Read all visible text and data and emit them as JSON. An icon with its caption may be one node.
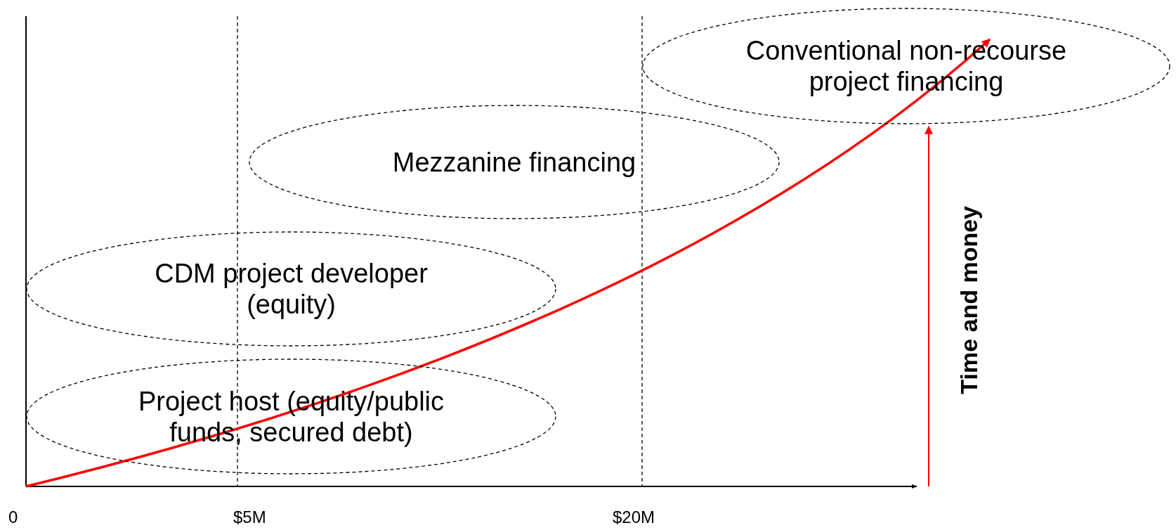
{
  "diagram": {
    "nodes": [
      {
        "text": [
          "Conventional non-recourse project financing"
        ]
      },
      {
        "text": [
          "Mezzanine financing"
        ]
      },
      {
        "text": [
          "CDM project developer (equity)"
        ]
      },
      {
        "text": [
          "Project host (equity/public funds, secured debt)"
        ]
      }
    ],
    "labels": [
      "0",
      "$5M",
      "$20M",
      "Time and money"
    ]
  }
}
